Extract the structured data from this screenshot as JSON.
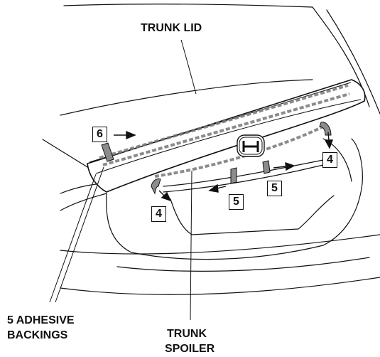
{
  "labels": {
    "trunk_lid": "TRUNK LID",
    "adhesive_backings_line1": "5 ADHESIVE",
    "adhesive_backings_line2": "BACKINGS",
    "trunk_spoiler_line1": "TRUNK",
    "trunk_spoiler_line2": "SPOILER"
  },
  "steps": {
    "step_6": "6",
    "step_4_left": "4",
    "step_4_right": "4",
    "step_5_center": "5",
    "step_5_right": "5"
  },
  "icons": {
    "emblem": "honda-h-emblem-icon"
  },
  "colors": {
    "line": "#111111",
    "tape_fill": "#8c8c8c",
    "dashed_tape": "#777777",
    "background": "#ffffff"
  }
}
